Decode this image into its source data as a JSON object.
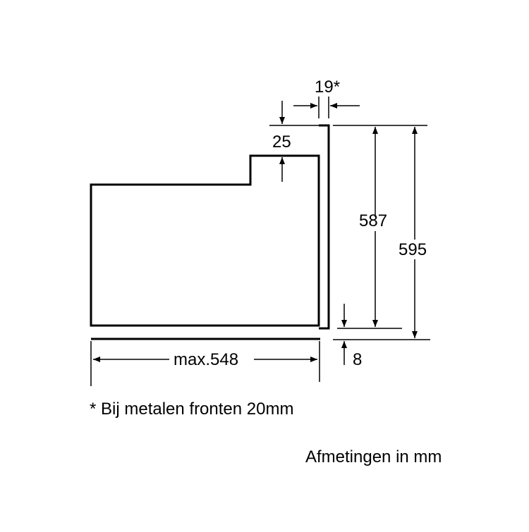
{
  "dimensions": {
    "panel_thickness": "19*",
    "top_offset": "25",
    "inner_height": "587",
    "total_height": "595",
    "depth": "max.548",
    "bottom_offset": "8"
  },
  "footnote": "* Bij metalen fronten 20mm",
  "units_caption": "Afmetingen in mm",
  "colors": {
    "line": "#000000",
    "background": "#ffffff"
  }
}
